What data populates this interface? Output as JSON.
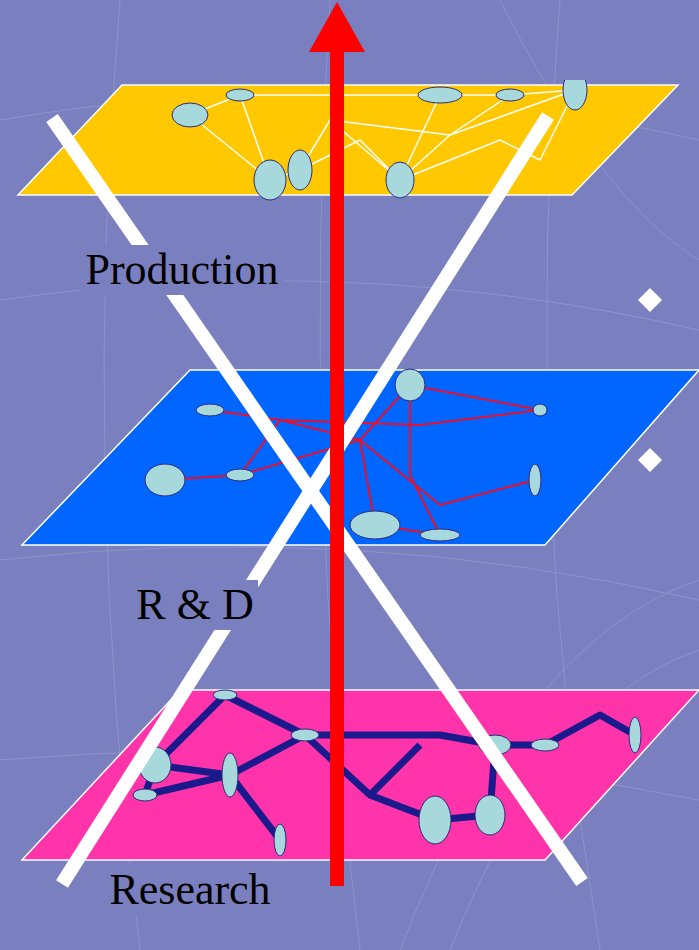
{
  "diagram": {
    "nodes": [
      {
        "text": [
          "Production"
        ]
      },
      {
        "text": [
          "R & D"
        ]
      },
      {
        "text": [
          "Research"
        ]
      }
    ]
  }
}
